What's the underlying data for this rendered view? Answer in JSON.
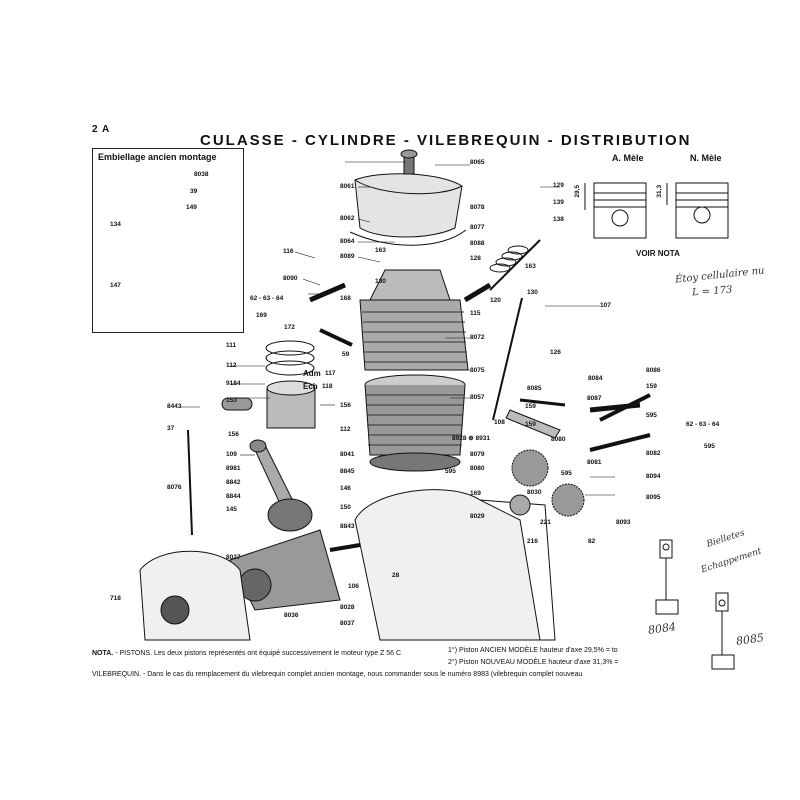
{
  "header": {
    "page_number": "2 A",
    "title": "CULASSE - CYLINDRE - VILEBREQUIN - DISTRIBUTION"
  },
  "inset": {
    "title": "Embiellage ancien montage",
    "labels": [
      "8038",
      "39",
      "149",
      "134",
      "147"
    ]
  },
  "pistons": {
    "old_label": "A. Mèle",
    "new_label": "N. Mèle",
    "old_height": "29,5",
    "new_height": "31,3",
    "voir_nota": "VOIR NOTA"
  },
  "labels": {
    "p8065": "8065",
    "p8061": "8061",
    "p8062": "8062",
    "p8064": "8064",
    "p8089": "8089",
    "p116": "116",
    "p8090": "8090",
    "p62a": "62 - 63 - 64",
    "p169a": "169",
    "p168": "168",
    "p172": "172",
    "p59": "59",
    "p111": "111",
    "p112a": "112",
    "p9184": "9184",
    "p153": "153",
    "p156a": "156",
    "p156b": "156",
    "p112b": "112",
    "p8443": "8443",
    "p37": "37",
    "p8076": "8076",
    "p109": "109",
    "p8981": "8981",
    "p8842": "8842",
    "p8844": "8844",
    "p145": "145",
    "p8845": "8845",
    "p146": "146",
    "p150": "150",
    "p8843": "8843",
    "p8027": "8027",
    "p718": "718",
    "p8036": "8036",
    "p8037": "8037",
    "p8028": "8028",
    "p106": "106",
    "p28": "28",
    "p163a": "163",
    "p130a": "130",
    "p128": "128",
    "p8078": "8078",
    "p8077": "8077",
    "p8088": "8088",
    "p129": "129",
    "p139": "139",
    "p138": "138",
    "p163b": "163",
    "p130b": "130",
    "p120": "120",
    "p115": "115",
    "p8072": "8072",
    "p107": "107",
    "p126": "126",
    "p8075": "8075",
    "p8057": "8057",
    "p8041": "8041",
    "p595a": "595",
    "p169b": "169",
    "p8079": "8079",
    "p8080a": "8080",
    "p8928": "8928 ⊕ 8931",
    "p108": "108",
    "p159a": "159",
    "p8085": "8085",
    "p8084": "8084",
    "p8087": "8087",
    "p159b": "159",
    "p8080b": "8080",
    "p8086": "8086",
    "p159c": "159",
    "p595b": "595",
    "p62b": "62 - 63 - 64",
    "p595c": "595",
    "p8082": "8082",
    "p8081": "8081",
    "p595d": "595",
    "p8094": "8094",
    "p8030": "8030",
    "p8095": "8095",
    "p8029": "8029",
    "p221": "221",
    "p8093": "8093",
    "p216": "216",
    "p82": "82",
    "adm": "Adm",
    "ech": "Ech",
    "p117": "117",
    "p118": "118"
  },
  "handwriting": {
    "note1": "Étoy cellulaire nu",
    "note2": "L = 173",
    "note3": "Bielletes",
    "note4": "Echappement",
    "num1": "8084",
    "num2": "8085"
  },
  "nota": {
    "line1_head": "NOTA.",
    "line1": "- PISTONS. Les deux pistons représentés ont équipé successivement le moteur type Z 56 C",
    "line2": "1°) Piston ANCIEN MODÈLE hauteur d'axe 29,5% = to",
    "line3": "2°) Piston NOUVEAU MODÈLE hauteur d'axe 31,3% =",
    "line4_head": "VILEBREQUIN.",
    "line4": "- Dans le cas du remplacement du vilebrequin complet ancien montage, nous commander sous le numéro 8983 (vilebrequin complet nouveau"
  }
}
